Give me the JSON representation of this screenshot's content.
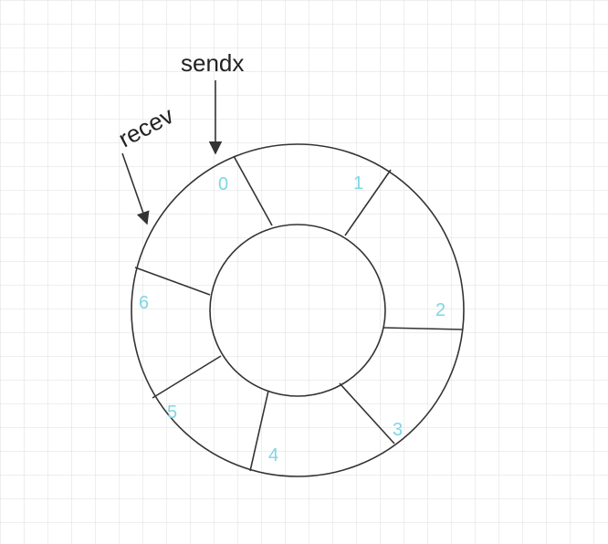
{
  "diagram": {
    "pointer_labels": {
      "sendx": "sendx",
      "recev": "recev"
    },
    "slots": [
      "0",
      "1",
      "2",
      "3",
      "4",
      "5",
      "6"
    ],
    "colors": {
      "grid": "#e3e3e3",
      "outline": "#333333",
      "slot_number": "#7fd6e3",
      "label": "#222222"
    }
  }
}
